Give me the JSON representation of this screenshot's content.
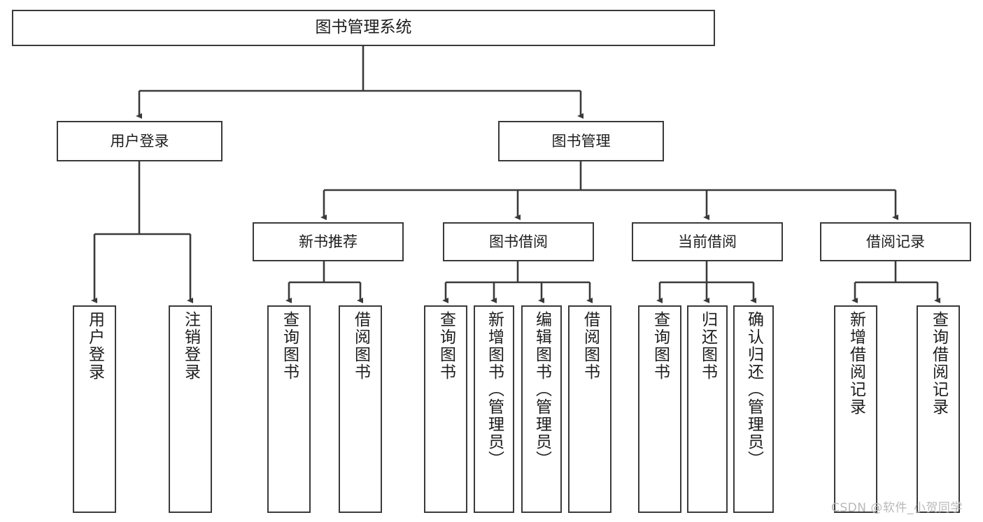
{
  "diagram": {
    "title": "图书管理系统",
    "watermark": "CSDN @软件_小贺同学",
    "nodes": {
      "root": {
        "label": "图书管理系统"
      },
      "level2": [
        {
          "id": "user-login",
          "label": "用户登录"
        },
        {
          "id": "book-management",
          "label": "图书管理"
        }
      ],
      "level3": [
        {
          "id": "new-book-recommend",
          "label": "新书推荐"
        },
        {
          "id": "book-borrow",
          "label": "图书借阅"
        },
        {
          "id": "current-borrow",
          "label": "当前借阅"
        },
        {
          "id": "borrow-record",
          "label": "借阅记录"
        }
      ],
      "leaves": {
        "user_login": [
          {
            "id": "leaf-user-login",
            "label": "用户登录"
          },
          {
            "id": "leaf-logout-login",
            "label": "注销登录"
          }
        ],
        "new_book_recommend": [
          {
            "id": "leaf-query-book-1",
            "label": "查询图书"
          },
          {
            "id": "leaf-borrow-book-1",
            "label": "借阅图书"
          }
        ],
        "book_borrow": [
          {
            "id": "leaf-query-book-2",
            "label": "查询图书"
          },
          {
            "id": "leaf-add-book",
            "label": "新增图书（管理员）"
          },
          {
            "id": "leaf-edit-book",
            "label": "编辑图书（管理员）"
          },
          {
            "id": "leaf-borrow-book-2",
            "label": "借阅图书"
          }
        ],
        "current_borrow": [
          {
            "id": "leaf-query-book-3",
            "label": "查询图书"
          },
          {
            "id": "leaf-return-book",
            "label": "归还图书"
          },
          {
            "id": "leaf-confirm-return",
            "label": "确认归还（管理员）"
          }
        ],
        "borrow_record": [
          {
            "id": "leaf-add-record",
            "label": "新增借阅记录"
          },
          {
            "id": "leaf-query-record",
            "label": "查询借阅记录"
          }
        ]
      }
    },
    "colors": {
      "border": "#3a3a3a",
      "text": "#1d1d1d",
      "background": "#ffffff",
      "watermark": "#b9b9b9"
    }
  }
}
